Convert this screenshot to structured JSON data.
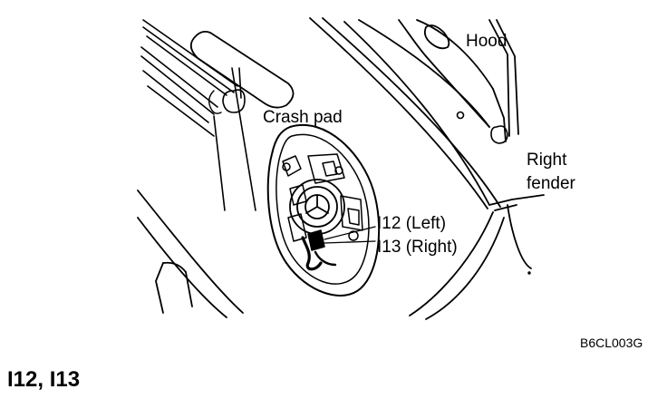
{
  "labels": {
    "hood": "Hood",
    "crash_pad": "Crash pad",
    "right_fender_line1": "Right",
    "right_fender_line2": "fender",
    "i12": "I12 (Left)",
    "i13": "I13 (Right)"
  },
  "figure_id": "B6CL003G",
  "connector_title": "I12,  I13"
}
